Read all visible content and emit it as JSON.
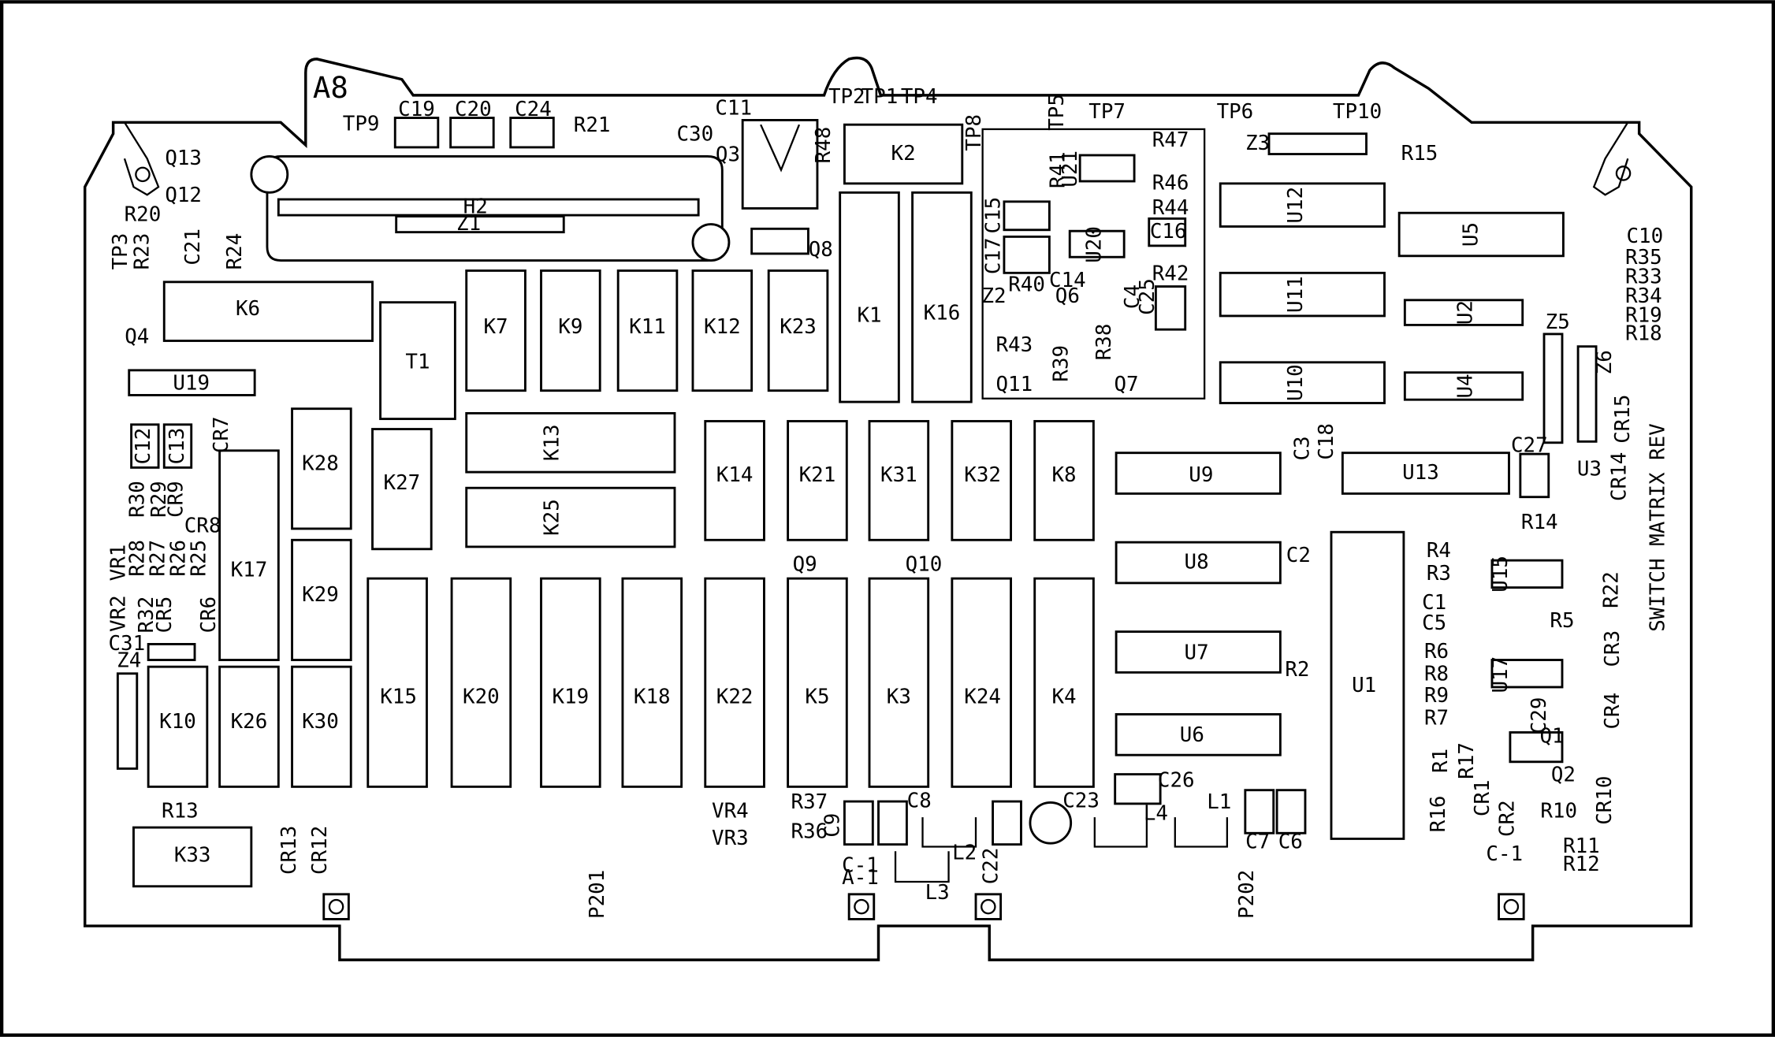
{
  "board": {
    "id": "A8",
    "side_label": "SWITCH MATRIX REV",
    "connectors": [
      "P201",
      "P202"
    ],
    "edge_marks": [
      "C-1",
      "A-1",
      "C-1"
    ]
  },
  "relays": [
    "K1",
    "K2",
    "K3",
    "K4",
    "K5",
    "K6",
    "K7",
    "K8",
    "K9",
    "K10",
    "K11",
    "K12",
    "K13",
    "K14",
    "K15",
    "K16",
    "K17",
    "K18",
    "K19",
    "K20",
    "K21",
    "K22",
    "K23",
    "K24",
    "K25",
    "K26",
    "K27",
    "K28",
    "K29",
    "K30",
    "K31",
    "K32",
    "K33"
  ],
  "ics": [
    "U1",
    "U2",
    "U3",
    "U4",
    "U5",
    "U6",
    "U7",
    "U8",
    "U9",
    "U10",
    "U11",
    "U12",
    "U13",
    "U15",
    "U17",
    "U19",
    "U20",
    "U21"
  ],
  "transformers": [
    "T1"
  ],
  "headers": [
    "H2",
    "Z1"
  ],
  "networks": [
    "Z2",
    "Z3",
    "Z4",
    "Z5",
    "Z6"
  ],
  "capacitors": [
    "C1",
    "C2",
    "C3",
    "C4",
    "C5",
    "C6",
    "C7",
    "C8",
    "C9",
    "C10",
    "C11",
    "C12",
    "C13",
    "C14",
    "C15",
    "C16",
    "C17",
    "C18",
    "C19",
    "C20",
    "C21",
    "C22",
    "C23",
    "C24",
    "C25",
    "C26",
    "C27",
    "C29",
    "C30",
    "C31"
  ],
  "resistors": [
    "R1",
    "R2",
    "R3",
    "R4",
    "R5",
    "R6",
    "R7",
    "R8",
    "R9",
    "R10",
    "R11",
    "R12",
    "R13",
    "R14",
    "R15",
    "R16",
    "R17",
    "R18",
    "R19",
    "R20",
    "R21",
    "R22",
    "R23",
    "R24",
    "R25",
    "R26",
    "R27",
    "R28",
    "R29",
    "R30",
    "R32",
    "R33",
    "R34",
    "R35",
    "R36",
    "R37",
    "R38",
    "R39",
    "R40",
    "R41",
    "R42",
    "R43",
    "R44",
    "R46",
    "R47",
    "R48"
  ],
  "transistors": [
    "Q1",
    "Q2",
    "Q3",
    "Q4",
    "Q6",
    "Q7",
    "Q8",
    "Q9",
    "Q10",
    "Q11",
    "Q12",
    "Q13"
  ],
  "diodes": [
    "CR1",
    "CR2",
    "CR3",
    "CR4",
    "CR5",
    "CR6",
    "CR7",
    "CR8",
    "CR9",
    "CR10",
    "CR12",
    "CR13",
    "CR14",
    "CR15",
    "VR1",
    "VR2",
    "VR3",
    "VR4"
  ],
  "inductors": [
    "L1",
    "L2",
    "L3",
    "L4"
  ],
  "test_points": [
    "TP1",
    "TP2",
    "TP3",
    "TP4",
    "TP5",
    "TP6",
    "TP7",
    "TP8",
    "TP9",
    "TP10"
  ]
}
